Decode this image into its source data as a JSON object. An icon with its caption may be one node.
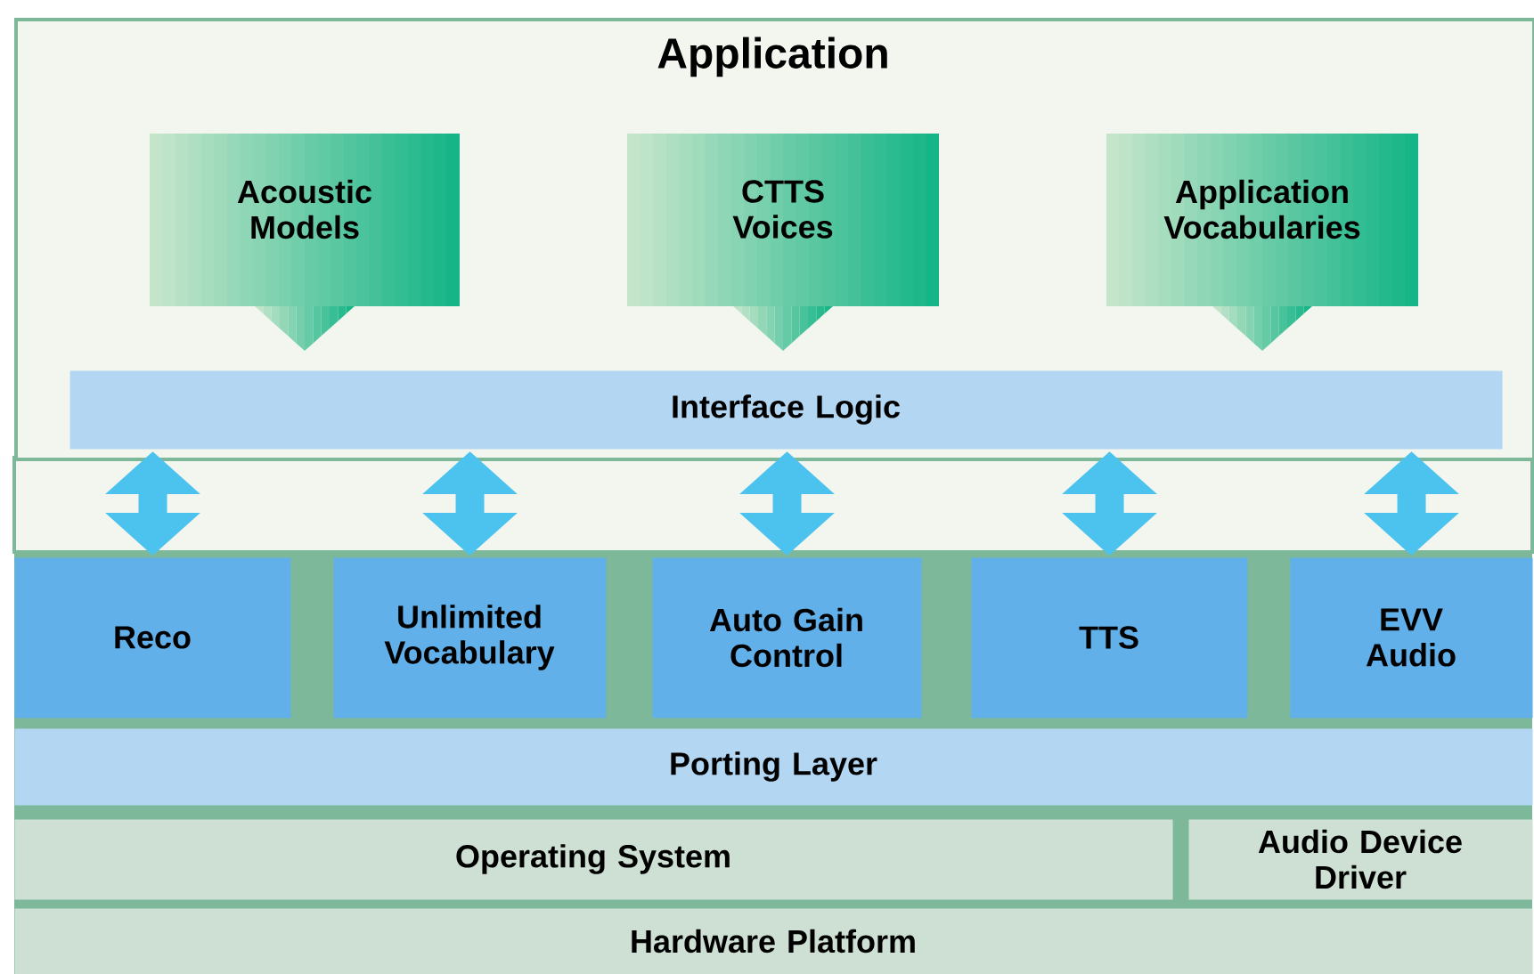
{
  "diagram": {
    "nodes": [
      {
        "text": [
          "Application"
        ]
      },
      {
        "text": [
          "Acoustic Models"
        ],
        "in": 0
      },
      {
        "text": [
          "CTTS Voices"
        ],
        "in": 0
      },
      {
        "text": [
          "Application Vocabularies"
        ],
        "in": 0
      },
      {
        "text": [
          "Interface Logic"
        ],
        "in": 0
      },
      {
        "text": [
          "Reco"
        ]
      },
      {
        "text": [
          "Unlimited Vocabulary"
        ]
      },
      {
        "text": [
          "Auto Gain Control"
        ]
      },
      {
        "text": [
          "TTS"
        ]
      },
      {
        "text": [
          "EVV Audio"
        ]
      },
      {
        "text": [
          "Porting Layer"
        ]
      },
      {
        "text": [
          "Operating System"
        ]
      },
      {
        "text": [
          "Audio Device Driver"
        ]
      },
      {
        "text": [
          "Hardware Platform"
        ]
      }
    ],
    "edges": [
      {
        "from": 4,
        "to": 5,
        "arrow": "both"
      },
      {
        "from": 4,
        "to": 6,
        "arrow": "both"
      },
      {
        "from": 4,
        "to": 7,
        "arrow": "both"
      },
      {
        "from": 4,
        "to": 8,
        "arrow": "both"
      },
      {
        "from": 4,
        "to": 9,
        "arrow": "both"
      }
    ]
  }
}
